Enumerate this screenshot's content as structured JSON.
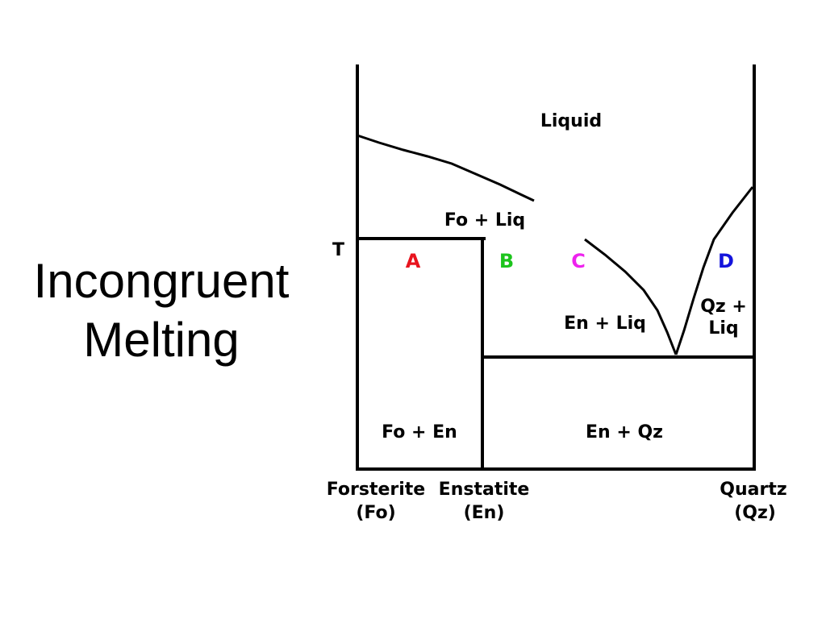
{
  "slide": {
    "title_line1": "Incongruent",
    "title_line2": "Melting"
  },
  "diagram": {
    "temperature_label": "T",
    "regions": {
      "liquid": "Liquid",
      "fo_liq": "Fo + Liq",
      "en_liq": "En + Liq",
      "qz_liq_line1": "Qz +",
      "qz_liq_line2": "Liq",
      "fo_en": "Fo + En",
      "en_qz": "En + Qz"
    },
    "points": {
      "a": {
        "label": "A",
        "color": "#e8141e"
      },
      "b": {
        "label": "B",
        "color": "#1cc41c"
      },
      "c": {
        "label": "C",
        "color": "#ee22ee"
      },
      "d": {
        "label": "D",
        "color": "#1414dc"
      }
    },
    "axis": {
      "forsterite_name": "Forsterite",
      "forsterite_abbr": "(Fo)",
      "enstatite_name": "Enstatite",
      "enstatite_abbr": "(En)",
      "quartz_name": "Quartz",
      "quartz_abbr": "(Qz)"
    }
  }
}
